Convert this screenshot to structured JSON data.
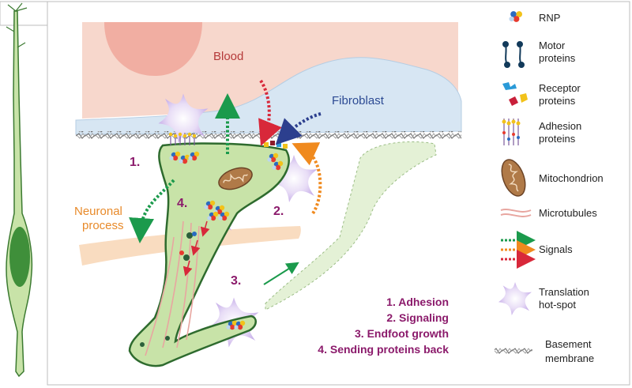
{
  "labels": {
    "blood": "Blood",
    "fibroblast": "Fibroblast",
    "neuronal_process_line1": "Neuronal",
    "neuronal_process_line2": "process"
  },
  "markers": {
    "m1": "1.",
    "m2": "2.",
    "m3": "3.",
    "m4": "4."
  },
  "steps": [
    "1. Adhesion",
    "2. Signaling",
    "3. Endfoot growth",
    "4. Sending proteins back"
  ],
  "legend": [
    {
      "id": "rnp",
      "lines": [
        "RNP"
      ]
    },
    {
      "id": "motor",
      "lines": [
        "Motor",
        "proteins"
      ]
    },
    {
      "id": "receptor",
      "lines": [
        "Receptor",
        "proteins"
      ]
    },
    {
      "id": "adhesion",
      "lines": [
        "Adhesion",
        "proteins"
      ]
    },
    {
      "id": "mito",
      "lines": [
        "Mitochondrion"
      ]
    },
    {
      "id": "micro",
      "lines": [
        "Microtubules"
      ]
    },
    {
      "id": "signals",
      "lines": [
        "Signals"
      ]
    },
    {
      "id": "hotspot",
      "lines": [
        "Translation",
        "hot-spot"
      ]
    },
    {
      "id": "bm",
      "lines": [
        "Basement",
        "membrane"
      ]
    }
  ],
  "colors": {
    "accent_purple": "#8b1a6b",
    "cell_fill": "#c8e3a8",
    "cell_stroke": "#2e6b2e",
    "blood": "#f7d7cc",
    "blood_label": "#b53a3a",
    "fibroblast": "#d7e6f3",
    "fibroblast_label": "#2c4a93",
    "neuronal": "#f9dcc0",
    "neuronal_label": "#e88a2a",
    "signal_green": "#1b9a4c",
    "signal_orange": "#f08a1e",
    "signal_red": "#d8283a"
  }
}
